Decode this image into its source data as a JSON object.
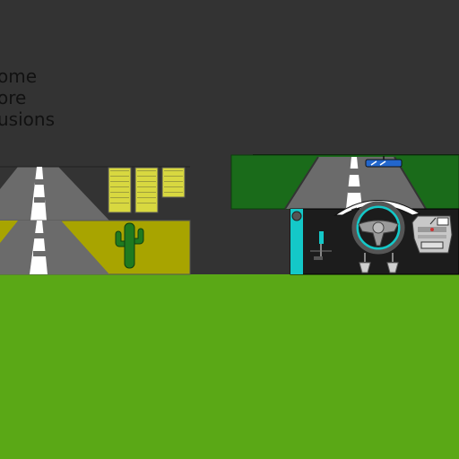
{
  "menu": {
    "lines": [
      "ome",
      "ore",
      "usions"
    ]
  },
  "colors": {
    "background": "#333333",
    "ground": "#5aa816",
    "road": "#6b6b6b",
    "desert": "#a8a400",
    "grass": "#1a6b1a",
    "dashboard": "#1c1c1c",
    "accent": "#14c8c8",
    "cactus": "#1f7a1f",
    "buildings": "#d8d840"
  },
  "icons": {
    "steering_wheel": "steering-wheel-icon",
    "gear_shift": "gear-shift-icon",
    "pedal": "pedal-icon",
    "cactus": "cactus-icon",
    "building": "building-icon",
    "mirror": "rear-view-mirror-icon"
  }
}
